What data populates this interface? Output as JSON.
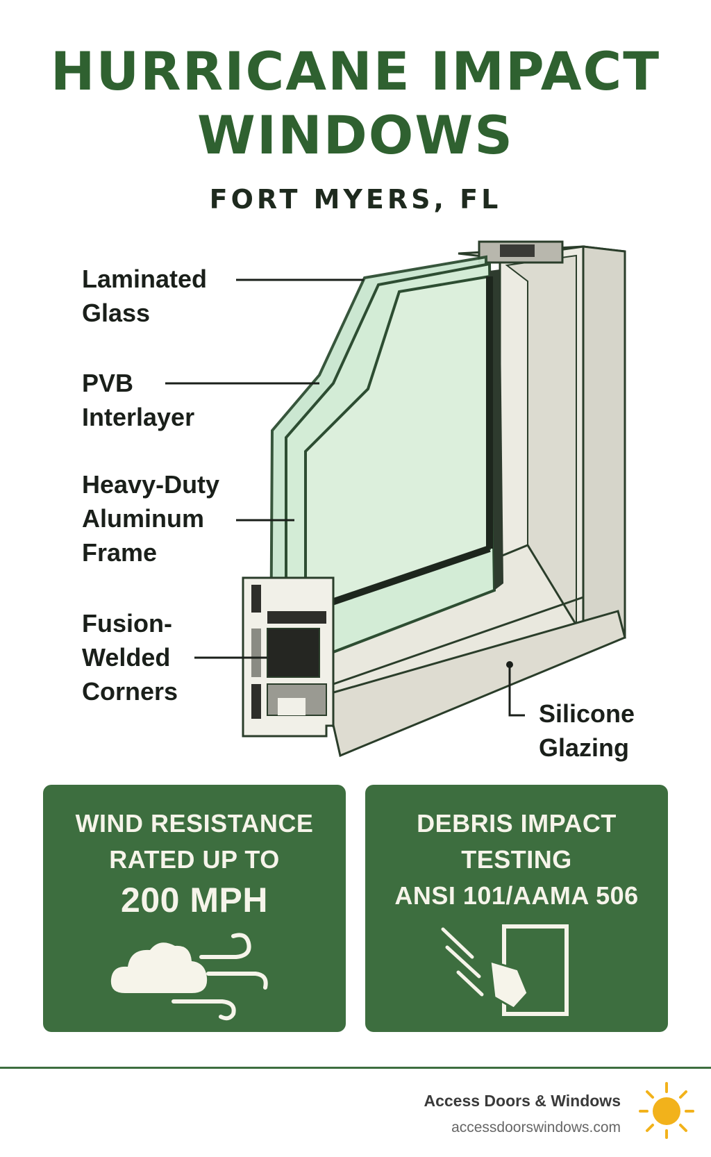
{
  "title": {
    "line1": "HURRICANE IMPACT",
    "line2": "WINDOWS"
  },
  "subtitle": "FORT MYERS, FL",
  "callouts": {
    "laminated_glass": [
      "Laminated",
      "Glass"
    ],
    "pvb_interlayer": [
      "PVB",
      "Interlayer"
    ],
    "aluminum_frame": [
      "Heavy-Duty",
      "Aluminum",
      "Frame"
    ],
    "fusion_welded": [
      "Fusion-",
      "Welded",
      "Corners"
    ],
    "silicone_glazing": [
      "Silicone",
      "Glazing"
    ]
  },
  "cards": [
    {
      "lines": [
        "WIND RESISTANCE",
        "RATED UP TO"
      ],
      "highlight": "200 MPH",
      "icon": "wind-cloud-icon"
    },
    {
      "lines": [
        "DEBRIS IMPACT",
        "TESTING",
        "ANSI 101/AAMA 506"
      ],
      "icon": "debris-impact-icon"
    }
  ],
  "brand": {
    "name": "Access Doors & Windows",
    "url": "accessdoorswindows.com",
    "icon": "sun-icon"
  },
  "colors": {
    "primary_green": "#3d6e3f",
    "title_green": "#2f6130",
    "sun": "#f2b21b"
  }
}
